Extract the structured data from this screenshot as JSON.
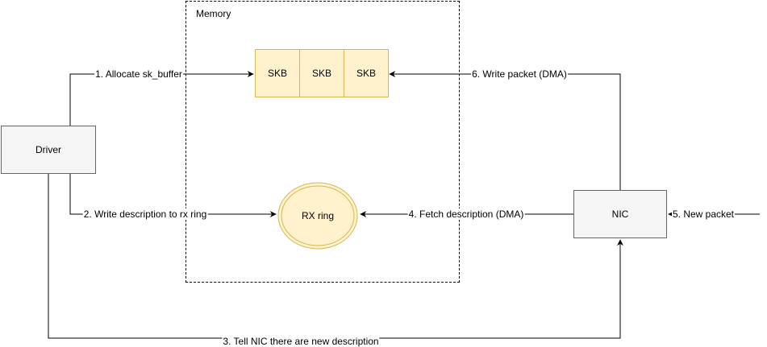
{
  "memory": {
    "title": "Memory"
  },
  "nodes": {
    "driver": "Driver",
    "nic": "NIC",
    "skb": [
      "SKB",
      "SKB",
      "SKB"
    ],
    "rx_ring": "RX ring"
  },
  "edges": {
    "e1": "1. Allocate sk_buffer",
    "e2": "2. Write description to rx ring",
    "e3": "3. Tell NIC there are new description",
    "e4": "4. Fetch description (DMA)",
    "e5": "5. New packet",
    "e6": "6. Write packet (DMA)"
  },
  "colors": {
    "process_fill": "#f5f5f5",
    "process_stroke": "#666666",
    "accent_fill": "#fff2cc",
    "accent_stroke": "#d6b656"
  }
}
